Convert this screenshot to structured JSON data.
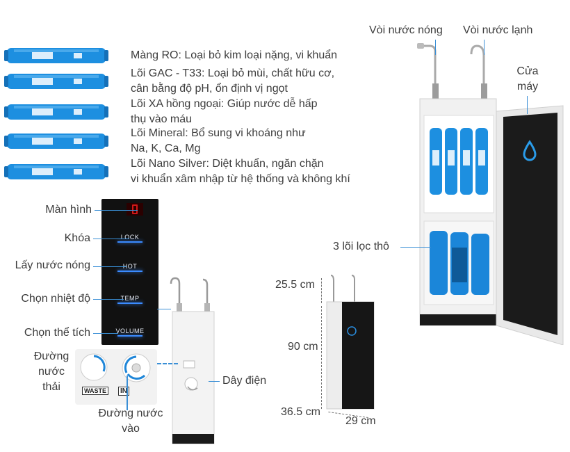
{
  "filters": [
    {
      "lines": [
        "Màng RO: Loại bỏ kim loại nặng, vi khuẩn"
      ]
    },
    {
      "lines": [
        "Lõi GAC - T33: Loại bỏ mùi, chất hữu cơ,",
        "cân bằng độ pH, ổn định vị ngọt"
      ]
    },
    {
      "lines": [
        "Lõi XA hồng ngoại: Giúp nước dễ hấp",
        "thụ vào máu"
      ]
    },
    {
      "lines": [
        "Lõi Mineral: Bổ sung vi khoáng như",
        "Na, K, Ca, Mg"
      ]
    },
    {
      "lines": [
        "Lõi Nano Silver: Diệt khuẩn, ngăn chặn",
        "vi khuẩn xâm nhập từ hệ thống và không khí"
      ]
    }
  ],
  "panel_labels": {
    "screen": "Màn hình",
    "lock": "Khóa",
    "hot": "Lấy nước nóng",
    "temp": "Chọn nhiệt độ",
    "volume": "Chọn thể tích"
  },
  "panel_buttons": {
    "lock": "LOCK",
    "hot": "HOT",
    "temp": "TEMP",
    "volume": "VOLUME"
  },
  "ports": {
    "waste_label": [
      "Đường",
      "nước",
      "thải"
    ],
    "inlet_label": [
      "Đường nước",
      "vào"
    ],
    "power_label": "Dây điện",
    "waste_tag": "WASTE",
    "in_tag": "IN"
  },
  "dimensions": {
    "top_height": "25.5 cm",
    "body_height": "90 cm",
    "depth": "36.5 cm",
    "width": "29 cm"
  },
  "machine": {
    "hot_tap": "Vòi nước nóng",
    "cold_tap": "Vòi nước lạnh",
    "door": [
      "Cửa",
      "máy"
    ],
    "prefilters": "3 lõi lọc thô"
  },
  "colors": {
    "cartridge_blue": "#1d8fe0",
    "accent_line": "#3a8fd6",
    "panel_black": "#111111",
    "door_black": "#1b1b1b"
  }
}
